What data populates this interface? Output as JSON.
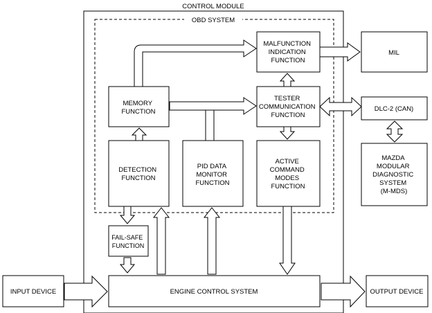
{
  "title": "CONTROL MODULE",
  "obd_label": "OBD SYSTEM",
  "blocks": {
    "malfunction": [
      "MALFUNCTION",
      "INDICATION",
      "FUNCTION"
    ],
    "mil": [
      "MIL"
    ],
    "memory": [
      "MEMORY",
      "FUNCTION"
    ],
    "tester": [
      "TESTER",
      "COMMUNICATION",
      "FUNCTION"
    ],
    "dlc": [
      "DLC-2 (CAN)"
    ],
    "detection": [
      "DETECTION",
      "FUNCTION"
    ],
    "pid": [
      "PID DATA",
      "MONITOR",
      "FUNCTION"
    ],
    "active": [
      "ACTIVE",
      "COMMAND",
      "MODES",
      "FUNCTION"
    ],
    "mmds": [
      "MAZDA",
      "MODULAR",
      "DIAGNOSTIC",
      "SYSTEM",
      "(M-MDS)"
    ],
    "failsafe": [
      "FAIL-SAFE",
      "FUNCTION"
    ],
    "engine": [
      "ENGINE CONTROL SYSTEM"
    ],
    "input": [
      "INPUT DEVICE"
    ],
    "output": [
      "OUTPUT DEVICE"
    ]
  }
}
